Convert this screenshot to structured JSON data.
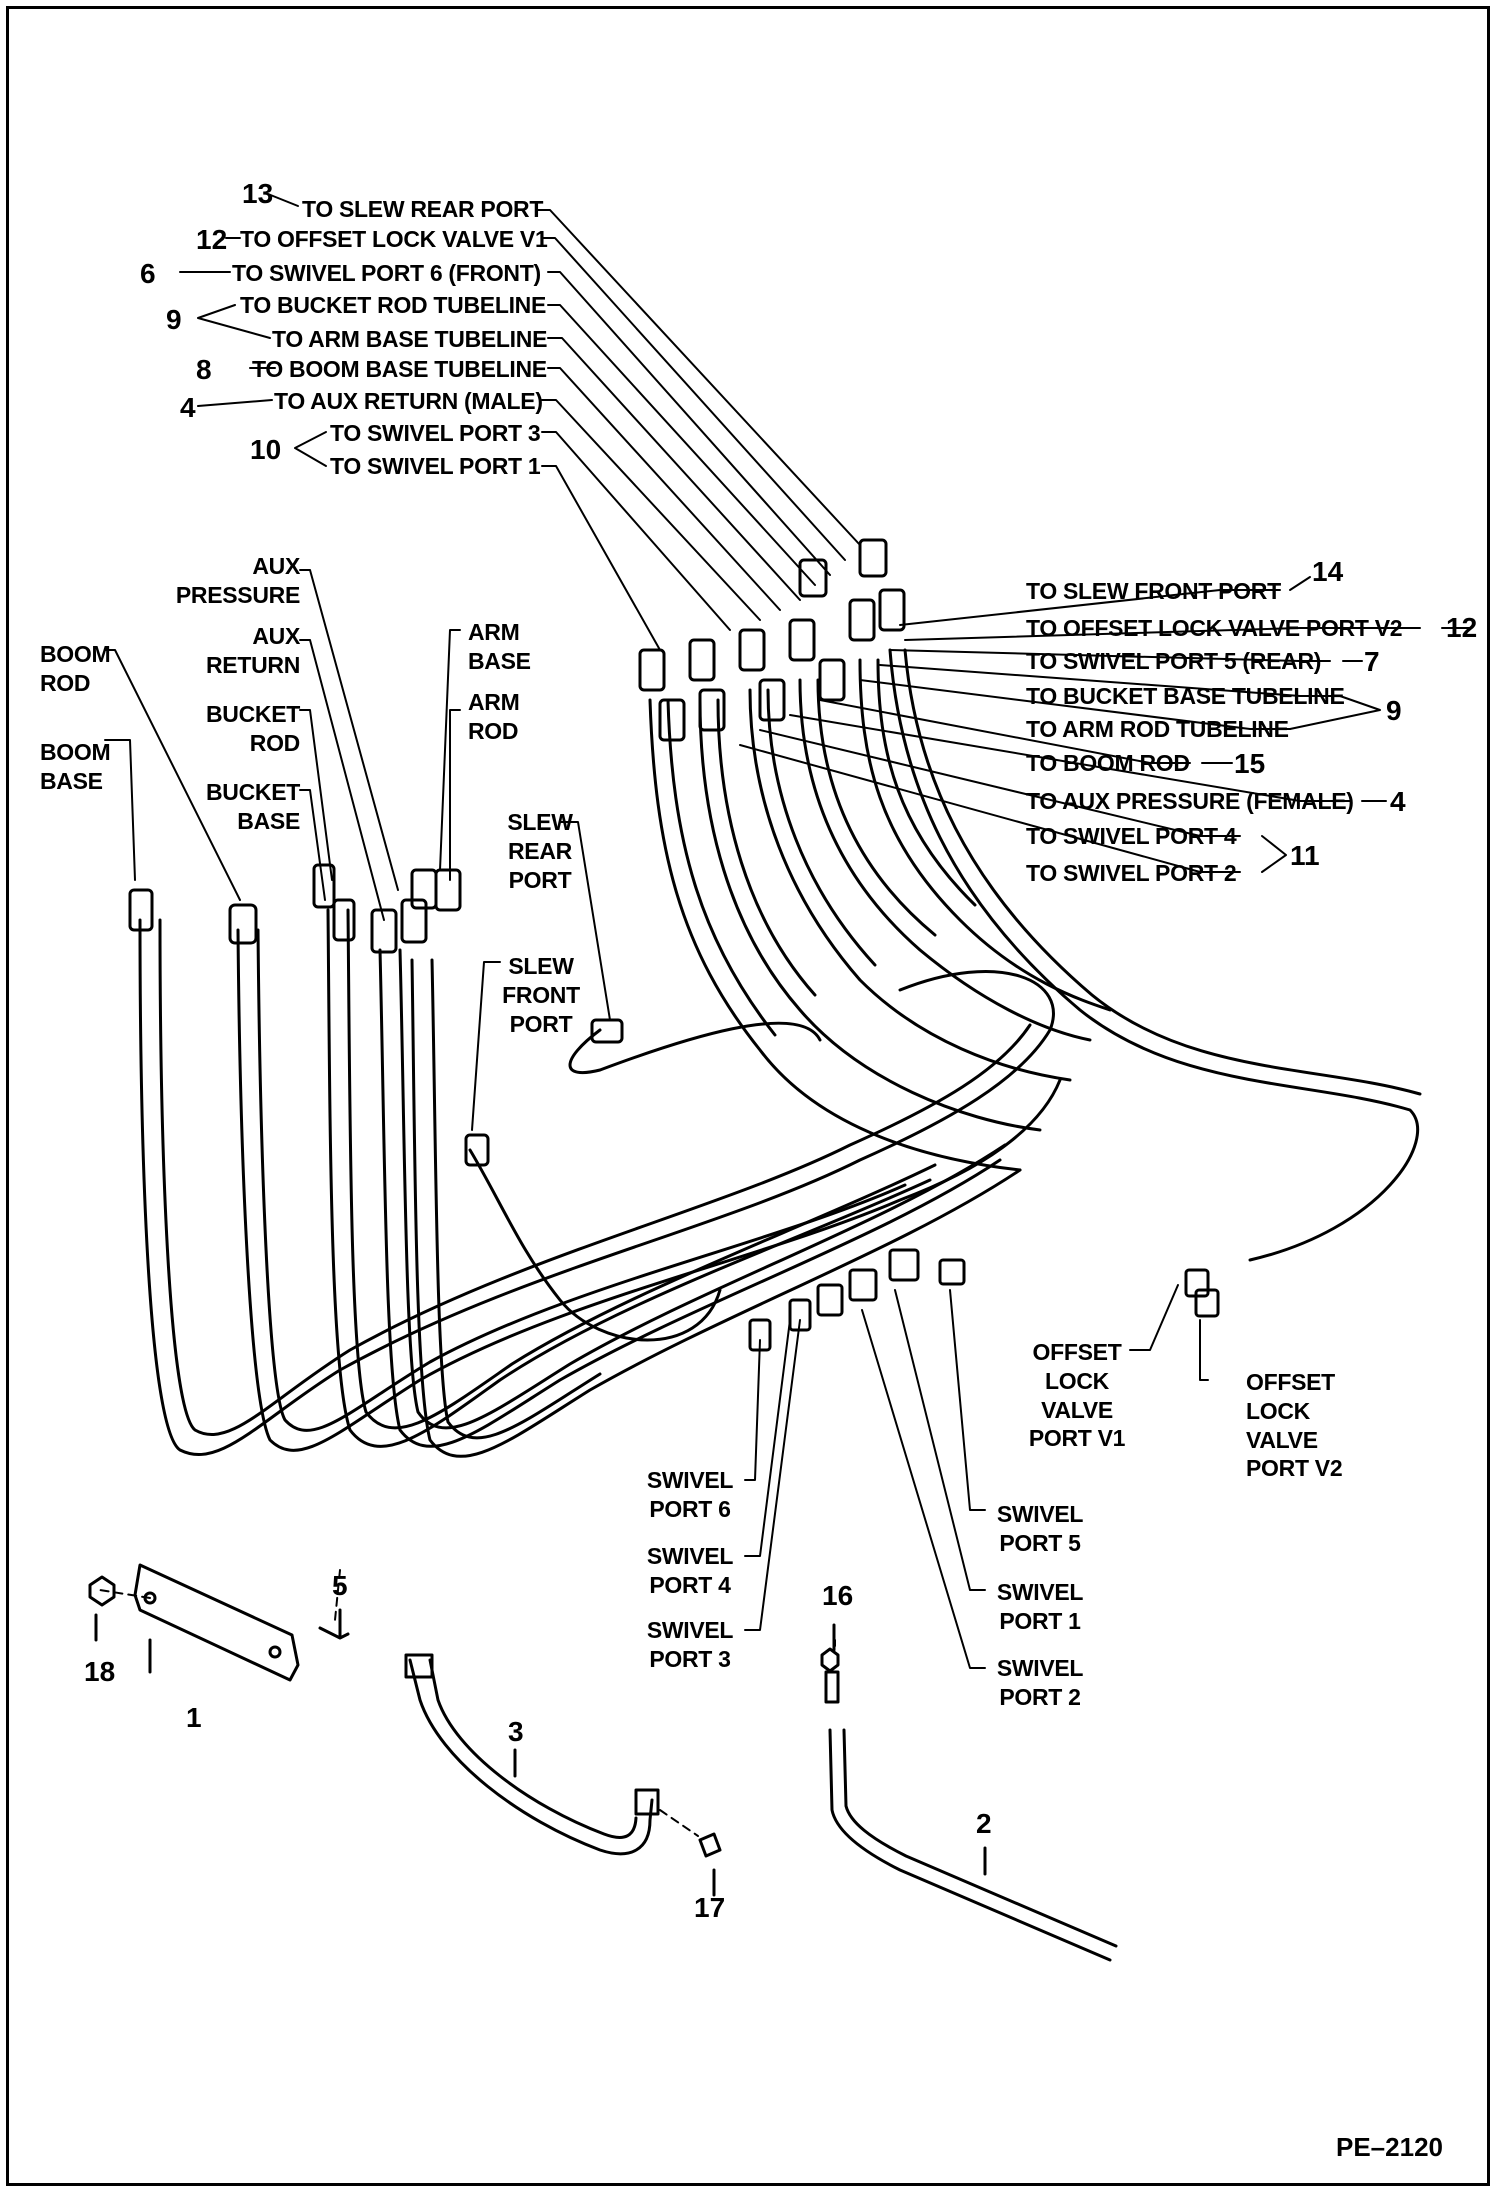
{
  "figure_ref": "PE–2120",
  "top_left_callouts": [
    {
      "num": "13",
      "text": "TO SLEW REAR PORT"
    },
    {
      "num": "12",
      "text": "TO OFFSET LOCK VALVE V1"
    },
    {
      "num": "6",
      "text": "TO SWIVEL PORT 6 (FRONT)"
    },
    {
      "num": "9",
      "text": "TO BUCKET ROD TUBELINE"
    },
    {
      "num": "",
      "text": "TO ARM BASE TUBELINE"
    },
    {
      "num": "8",
      "text": "TO BOOM BASE TUBELINE"
    },
    {
      "num": "4",
      "text": "TO AUX RETURN (MALE)"
    },
    {
      "num": "10",
      "text": "TO SWIVEL PORT 3"
    },
    {
      "num": "",
      "text": "TO SWIVEL PORT 1"
    }
  ],
  "right_callouts": [
    {
      "text": "TO SLEW FRONT PORT",
      "num": "14"
    },
    {
      "text": "TO OFFSET LOCK VALVE PORT V2",
      "num": "12"
    },
    {
      "text": "TO SWIVEL PORT 5 (REAR)",
      "num": "7"
    },
    {
      "text": "TO BUCKET BASE TUBELINE",
      "num": "9"
    },
    {
      "text": "TO ARM ROD TUBELINE",
      "num": ""
    },
    {
      "text": "TO BOOM ROD",
      "num": "15"
    },
    {
      "text": "TO AUX PRESSURE (FEMALE)",
      "num": "4"
    },
    {
      "text": "TO SWIVEL PORT 4",
      "num": "11"
    },
    {
      "text": "TO SWIVEL PORT 2",
      "num": ""
    }
  ],
  "hose_end_labels": {
    "aux_pressure": [
      "AUX",
      "PRESSURE"
    ],
    "aux_return": [
      "AUX",
      "RETURN"
    ],
    "arm_base": [
      "ARM",
      "BASE"
    ],
    "arm_rod": [
      "ARM",
      "ROD"
    ],
    "boom_rod": [
      "BOOM",
      "ROD"
    ],
    "boom_base": [
      "BOOM",
      "BASE"
    ],
    "bucket_rod": [
      "BUCKET",
      "ROD"
    ],
    "bucket_base": [
      "BUCKET",
      "BASE"
    ],
    "slew_rear_port": [
      "SLEW",
      "REAR",
      "PORT"
    ],
    "slew_front_port": [
      "SLEW",
      "FRONT",
      "PORT"
    ]
  },
  "lower_labels": {
    "offset_v1": [
      "OFFSET",
      "LOCK",
      "VALVE",
      "PORT V1"
    ],
    "offset_v2": [
      "OFFSET",
      "LOCK",
      "VALVE",
      "PORT V2"
    ],
    "swivel_port_6": [
      "SWIVEL",
      "PORT 6"
    ],
    "swivel_port_4": [
      "SWIVEL",
      "PORT 4"
    ],
    "swivel_port_3": [
      "SWIVEL",
      "PORT 3"
    ],
    "swivel_port_5": [
      "SWIVEL",
      "PORT 5"
    ],
    "swivel_port_1": [
      "SWIVEL",
      "PORT 1"
    ],
    "swivel_port_2": [
      "SWIVEL",
      "PORT 2"
    ]
  },
  "part_numbers": {
    "p18": "18",
    "p1": "1",
    "p5": "5",
    "p3": "3",
    "p17": "17",
    "p16": "16",
    "p2": "2"
  }
}
